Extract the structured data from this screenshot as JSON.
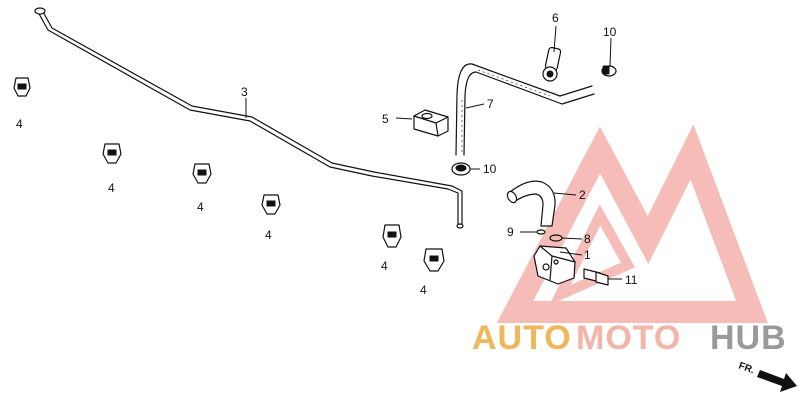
{
  "callouts": {
    "p1": "1",
    "p2": "2",
    "p3": "3",
    "p4a": "4",
    "p4b": "4",
    "p4c": "4",
    "p4d": "4",
    "p4e": "4",
    "p4f": "4",
    "p5": "5",
    "p6": "6",
    "p7": "7",
    "p8": "8",
    "p9": "9",
    "p10a": "10",
    "p10b": "10",
    "p11": "11"
  },
  "direction": {
    "label": "FR."
  },
  "watermark": {
    "part1": "AUTO",
    "part2": "MOTO",
    "part3": "HUB",
    "colors": {
      "auto": "#f2b65a",
      "moto": "#f4b4a8",
      "hub": "#9a9a9a",
      "logo": "#f3a6a0"
    }
  }
}
